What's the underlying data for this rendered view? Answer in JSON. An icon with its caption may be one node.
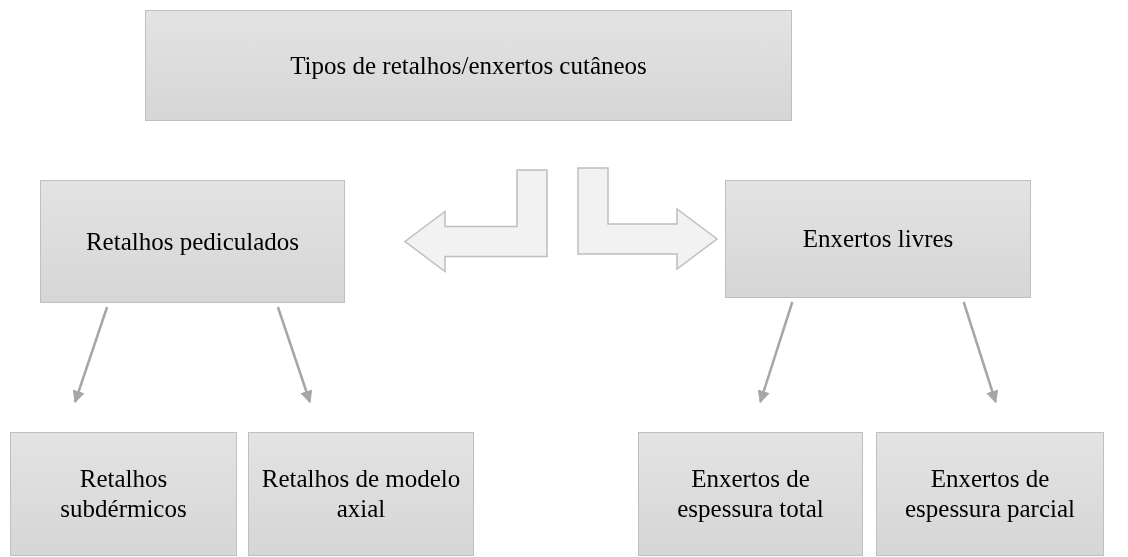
{
  "diagram": {
    "nodes": [
      {
        "text": [
          "Tipos de retalhos/enxertos cutâneos"
        ]
      },
      {
        "text": [
          "Retalhos pediculados"
        ]
      },
      {
        "text": [
          "Enxertos livres"
        ]
      },
      {
        "text": [
          "Retalhos subdérmicos"
        ]
      },
      {
        "text": [
          "Retalhos de modelo axial"
        ]
      },
      {
        "text": [
          "Enxertos de espessura total"
        ]
      },
      {
        "text": [
          "Enxertos de espessura parcial"
        ]
      }
    ],
    "edges": [
      {
        "from": 0,
        "to": 1,
        "arrow": "to",
        "style": "thick"
      },
      {
        "from": 0,
        "to": 2,
        "arrow": "to",
        "style": "thick"
      },
      {
        "from": 1,
        "to": 3,
        "arrow": "to"
      },
      {
        "from": 1,
        "to": 4,
        "arrow": "to"
      },
      {
        "from": 2,
        "to": 5,
        "arrow": "to"
      },
      {
        "from": 2,
        "to": 6,
        "arrow": "to"
      }
    ]
  }
}
